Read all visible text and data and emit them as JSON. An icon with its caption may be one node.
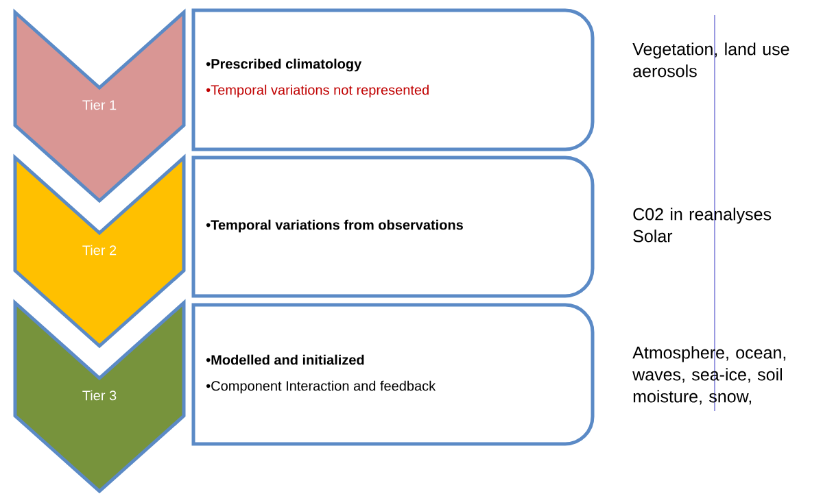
{
  "diagram": {
    "nodes": [
      {
        "text": [
          "Tier 1"
        ]
      },
      {
        "text": [
          "•Prescribed climatology",
          "•Temporal variations not represented"
        ]
      },
      {
        "text": [
          "Tier 2"
        ]
      },
      {
        "text": [
          "•Temporal variations from observations"
        ]
      },
      {
        "text": [
          "Tier 3"
        ]
      },
      {
        "text": [
          "•Modelled and initialized",
          "•Component Interaction and feedback"
        ]
      }
    ],
    "edges": [],
    "labels": [
      "Vegetation, land use aerosols",
      "C02 in reanalyses Solar",
      "Atmosphere, ocean, waves, sea-ice, soil moisture, snow,"
    ]
  }
}
